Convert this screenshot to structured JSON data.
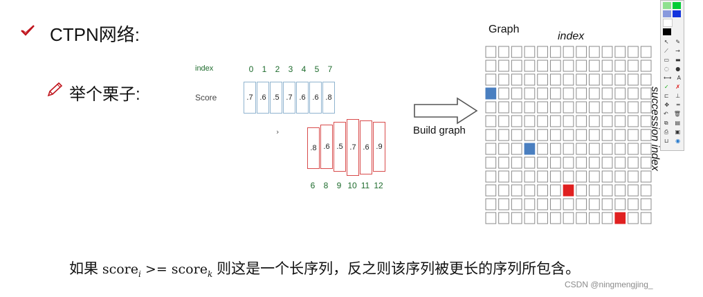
{
  "heading": "CTPN网络:",
  "example_heading": "举个栗子:",
  "index_label": "index",
  "score_label": "Score",
  "top_indices": [
    "0",
    "1",
    "2",
    "3",
    "4",
    "5",
    "7"
  ],
  "top_scores": [
    ".7",
    ".6",
    ".5",
    ".7",
    ".6",
    ".6",
    ".8"
  ],
  "bottom_scores": [
    ".8",
    ".6",
    ".5",
    ".7",
    ".6",
    ".9"
  ],
  "bottom_indices": [
    "6",
    "8",
    "9",
    "10",
    "11",
    "12"
  ],
  "arrow_label": "Build graph",
  "graph_title": "Graph",
  "graph_x_label": "index",
  "graph_y_label": "succession index",
  "graph": {
    "rows": 13,
    "cols": 13,
    "highlights": [
      {
        "row": 3,
        "col": 0,
        "color": "#4a7fc0"
      },
      {
        "row": 7,
        "col": 3,
        "color": "#4a7fc0"
      },
      {
        "row": 10,
        "col": 6,
        "color": "#e02020"
      },
      {
        "row": 12,
        "col": 10,
        "color": "#e02020"
      }
    ]
  },
  "bottom_text": {
    "prefix": "如果 ",
    "score_i_base": "score",
    "score_i_sub": "i",
    "op": " >= ",
    "score_k_base": "score",
    "score_k_sub": "k",
    "suffix": " 则这是一个长序列，反之则该序列被更长的序列所包含。"
  },
  "watermark": "CSDN @ningmengjing_",
  "colors": {
    "blue_box": "#8fb3cf",
    "red_box": "#d84a4a",
    "green_text": "#1d6b2c"
  }
}
